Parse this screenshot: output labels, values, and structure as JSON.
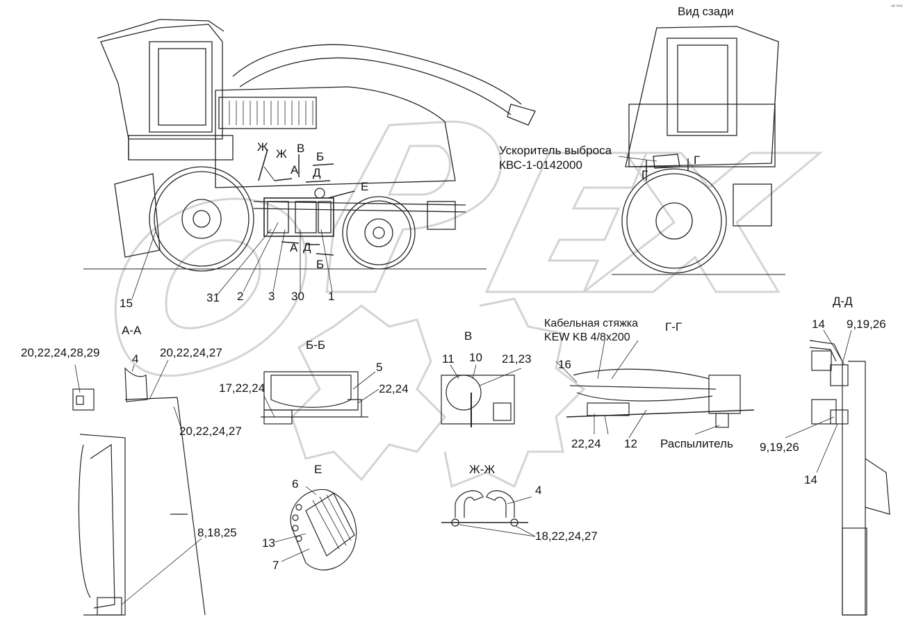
{
  "corner_mark": "ᵃᴮ ᵇᵇᵇ",
  "watermark": "OPEX",
  "titles": {
    "rear_view": "Вид сзади",
    "aa": "А-А",
    "bb": "Б-Б",
    "v": "В",
    "gg": "Г-Г",
    "dd": "Д-Д",
    "e": "Е",
    "zhzh": "Ж-Ж"
  },
  "annotations": {
    "accelerator_line1": "Ускоритель выброса",
    "accelerator_line2": "КВС-1-0142000",
    "cable_tie_line1": "Кабельная стяжка",
    "cable_tie_line2": "KEW KB 4/8x200",
    "sprayer": "Распылитель"
  },
  "section_markers": {
    "zh_top": "Ж",
    "zh_2": "Ж",
    "v": "В",
    "b_top": "Б",
    "a_top": "А",
    "d_top": "Д",
    "e": "Е",
    "a_bot": "А",
    "d_bot": "Д",
    "b_bot": "Б",
    "g_left": "Г",
    "g_right": "Г"
  },
  "callouts": {
    "c15": "15",
    "c31": "31",
    "c2": "2",
    "c3": "3",
    "c30": "30",
    "c1": "1",
    "aa_20_22_24_28_29": "20,22,24,28,29",
    "aa_20_22_24_27_top": "20,22,24,27",
    "aa_4": "4",
    "aa_20_22_24_27_mid": "20,22,24,27",
    "aa_8_18_25": "8,18,25",
    "bb_5": "5",
    "bb_17_22_24": "17,22,24",
    "bb_22_24": "22,24",
    "v_11": "11",
    "v_10": "10",
    "v_21_23": "21,23",
    "gg_16": "16",
    "gg_22_24": "22,24",
    "gg_12": "12",
    "dd_14_top": "14",
    "dd_9_19_26_top": "9,19,26",
    "dd_9_19_26_bot": "9,19,26",
    "dd_14_bot": "14",
    "e_6": "6",
    "e_13": "13",
    "e_7": "7",
    "zh_4": "4",
    "zh_18_22_24_27": "18,22,24,27"
  }
}
